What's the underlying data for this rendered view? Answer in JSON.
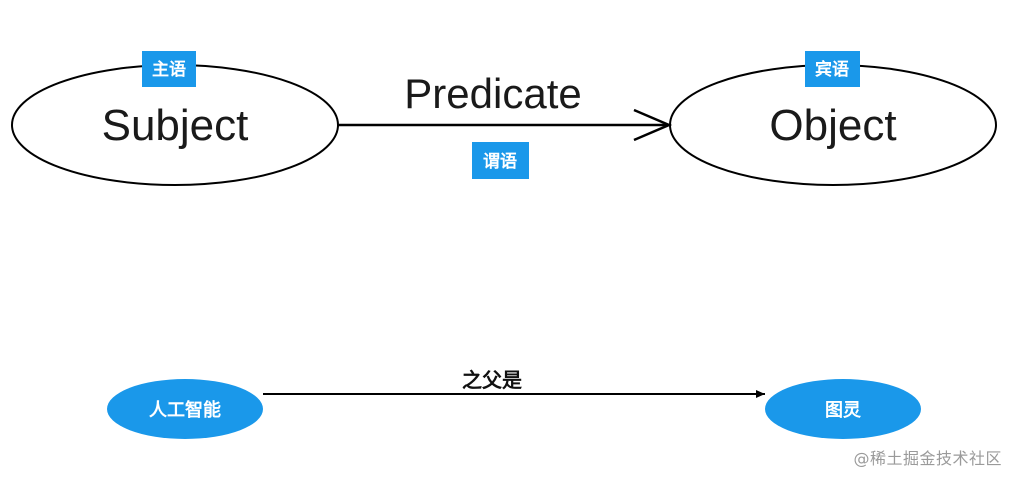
{
  "top_diagram": {
    "subject": {
      "label": "Subject",
      "badge": "主语"
    },
    "predicate": {
      "label": "Predicate",
      "badge": "谓语"
    },
    "object": {
      "label": "Object",
      "badge": "宾语"
    }
  },
  "bottom_diagram": {
    "source_node": "人工智能",
    "edge_label": "之父是",
    "target_node": "图灵"
  },
  "watermark": "@稀土掘金技术社区",
  "colors": {
    "badge_blue": "#1a98ea",
    "node_blue": "#1a98ea",
    "line_black": "#000000"
  }
}
